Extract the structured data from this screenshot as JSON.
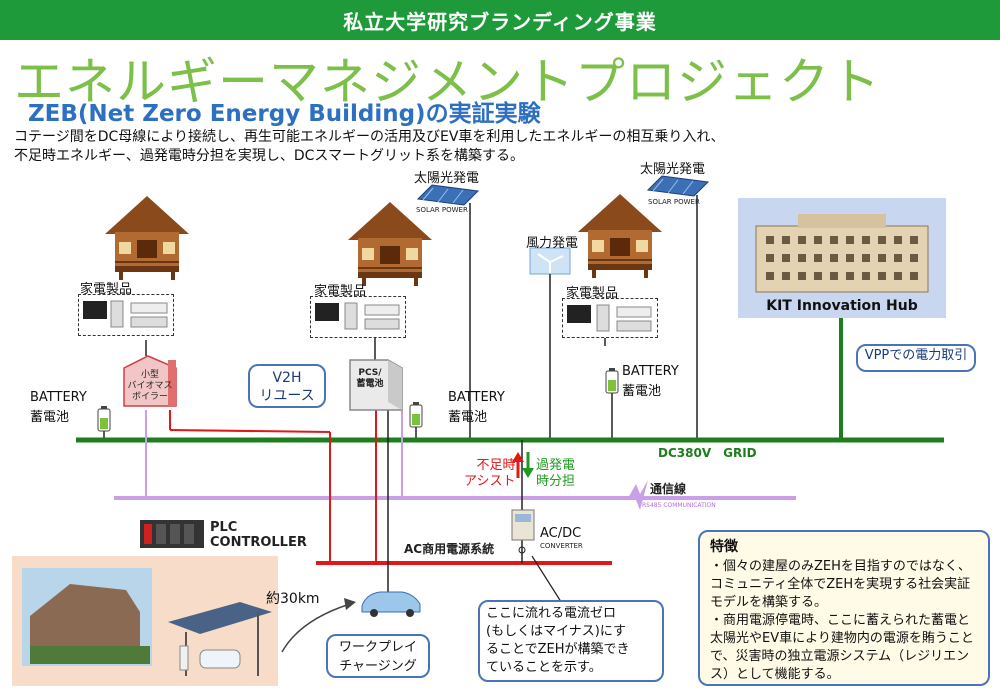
{
  "header": {
    "banner": "私立大学研究ブランディング事業"
  },
  "title": "エネルギーマネジメントプロジェクト",
  "subtitle": "ZEB(Net Zero Energy Building)の実証実験",
  "description": [
    "コテージ間をDC母線により接続し、再生可能エネルギーの活用及びEV車を利用したエネルギーの相互乗り入れ、",
    "不足時エネルギー、過発電時分担を実現し、DCスマートグリット系を構築する。"
  ],
  "labels": {
    "solar1": "太陽光発電",
    "solar2": "太陽光発電",
    "solar_panel_text": "SOLAR POWER",
    "wind": "風力発電",
    "appliances1": "家電製品",
    "appliances2": "家電製品",
    "appliances3": "家電製品",
    "boiler": "小型\nバイオマス\nボイラー",
    "pcs": "PCS/\n蓄電池",
    "battery1_en": "BATTERY",
    "battery1_jp": "蓄電池",
    "battery2_en": "BATTERY",
    "battery2_jp": "蓄電池",
    "battery3_en": "BATTERY",
    "battery3_jp": "蓄電池",
    "v2h": "V2H\nリユース",
    "hub": "KIT Innovation Hub",
    "vpp": "VPPでの電力取引",
    "dc_grid": "DC380V　GRID",
    "shortage": "不足時\nアシスト",
    "surplus": "過発電\n時分担",
    "comm": "通信線",
    "rs485": "RS485  COMMUNICATION",
    "plc": "PLC\nCONTROLLER",
    "acdc": "AC/DC",
    "converter": "CONVERTER",
    "ac_system": "AC商用電源系統",
    "distance": "約30km",
    "workplace": "ワークプレイ\nチャージング",
    "zero_note": "ここに流れる電流ゼロ\n(もしくはマイナス)にす\nることでZEHが構築でき\nていることを示す。"
  },
  "features": {
    "heading": "特徴",
    "items": [
      "・個々の建屋のみZEHを目指すのではなく、コミュニティ全体でZEHを実現する社会実証モデルを構築する。",
      "・商用電源停電時、ここに蓄えられた蓄電と太陽光やEV車により建物内の電源を賄うことで、災害時の独立電源システム（レジリエンス）として機能する。"
    ]
  },
  "colors": {
    "banner": "#1f9a3a",
    "title": "#7cc04a",
    "subtitle": "#2d6fc0",
    "dc_grid": "#1e7d1e",
    "ac_line": "#e01818",
    "comm_line": "#c9a0e8",
    "wood": "#a0612c"
  }
}
